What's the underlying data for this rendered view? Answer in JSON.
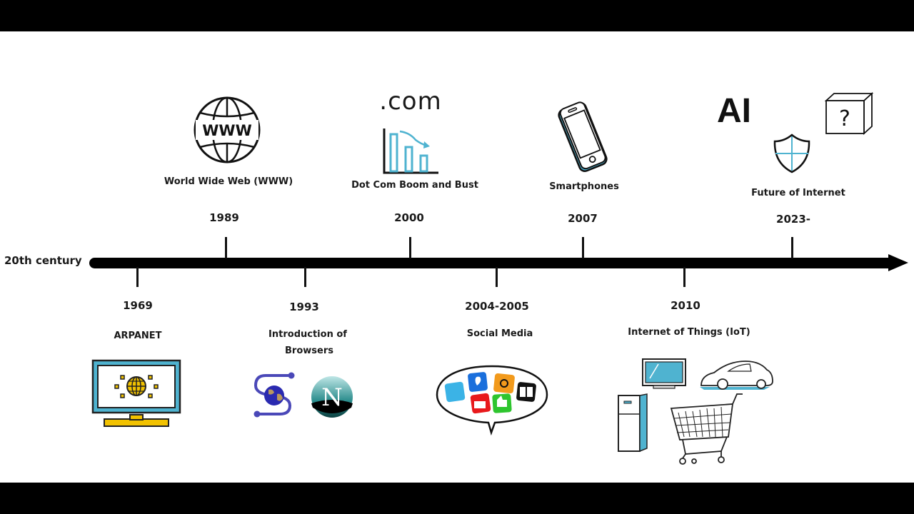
{
  "timeline": {
    "start_label": "20th century",
    "colors": {
      "accent": "#4fb3d0",
      "yellow": "#f2c200",
      "line": "#000000"
    },
    "events_above": [
      {
        "year": "1989",
        "label": "World Wide Web (WWW)",
        "icon": "www-globe-icon"
      },
      {
        "year": "2000",
        "label": "Dot Com Boom and Bust",
        "icon": "dotcom-chart-icon",
        "icon_text": ".com"
      },
      {
        "year": "2007",
        "label": "Smartphones",
        "icon": "smartphone-icon"
      },
      {
        "year": "2023-",
        "label": "Future of Internet",
        "icon": "ai-shield-cube-icon",
        "icon_text": "AI",
        "cube_text": "?"
      }
    ],
    "events_below": [
      {
        "year": "1969",
        "label": "ARPANET",
        "icon": "monitor-globe-icon"
      },
      {
        "year": "1993",
        "label_line1": "Introduction of",
        "label_line2": "Browsers",
        "icon": "browser-logos-icon",
        "logo_text": "N"
      },
      {
        "year": "2004-2005",
        "label": "Social Media",
        "icon": "social-media-bubble-icon"
      },
      {
        "year": "2010",
        "label": "Internet of Things (IoT)",
        "icon": "iot-devices-icon"
      }
    ]
  }
}
